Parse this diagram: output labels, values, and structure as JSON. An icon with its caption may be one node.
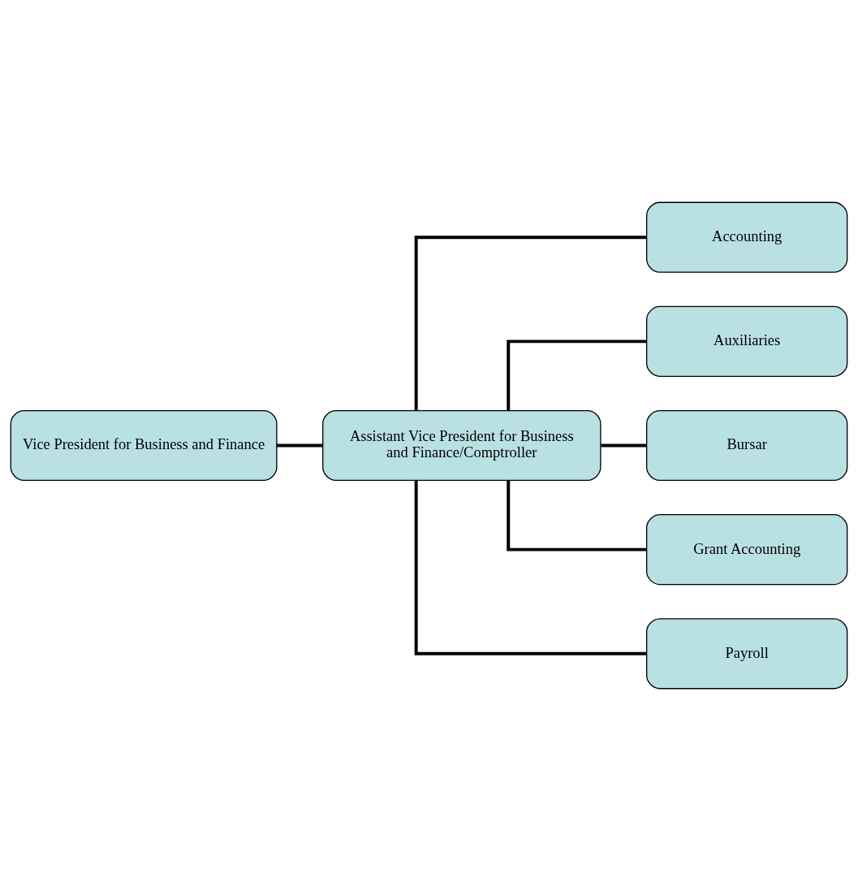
{
  "diagram": {
    "nodes": [
      {
        "text": [
          "Vice President for Business and Finance"
        ]
      },
      {
        "text": [
          "Assistant Vice President for Business and Finance/Comptroller"
        ]
      },
      {
        "text": [
          "Accounting"
        ]
      },
      {
        "text": [
          "Auxiliaries"
        ]
      },
      {
        "text": [
          "Bursar"
        ]
      },
      {
        "text": [
          "Grant Accounting"
        ]
      },
      {
        "text": [
          "Payroll"
        ]
      }
    ],
    "edges": [
      {
        "from": 0,
        "to": 1,
        "arrow": "none"
      },
      {
        "from": 1,
        "to": 2,
        "arrow": "none"
      },
      {
        "from": 1,
        "to": 3,
        "arrow": "none"
      },
      {
        "from": 1,
        "to": 4,
        "arrow": "none"
      },
      {
        "from": 1,
        "to": 5,
        "arrow": "none"
      },
      {
        "from": 1,
        "to": 6,
        "arrow": "none"
      }
    ]
  }
}
